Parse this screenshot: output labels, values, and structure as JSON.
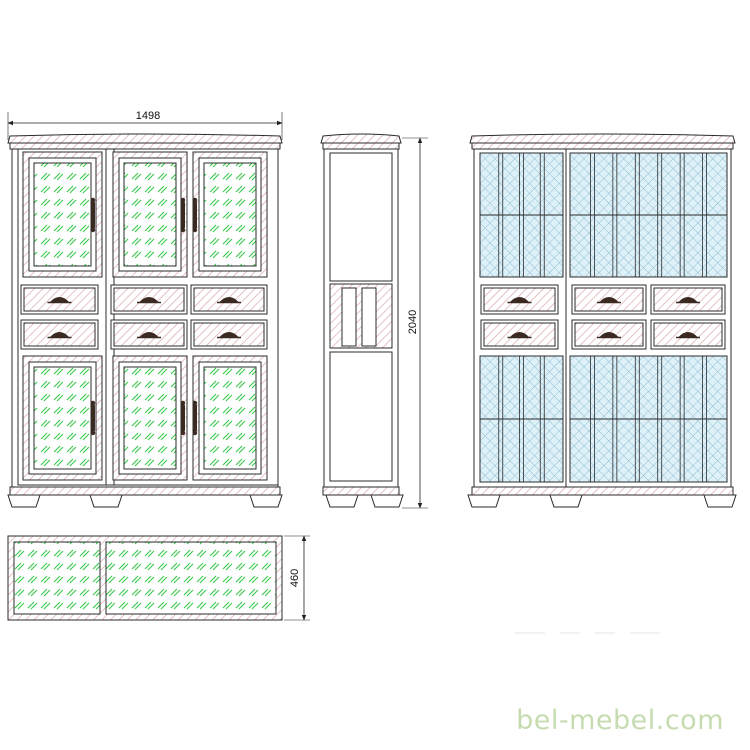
{
  "dimensions": {
    "width": "1498",
    "height": "2040",
    "depth": "460"
  },
  "watermark": "bel-mebel.com",
  "colors": {
    "wood_hatch": "#d9a9ae",
    "glass_green": "#33c84a",
    "glass_blue": "#9fd6ec",
    "lattice_blue": "#7fb2cc",
    "line": "#2b2b2b",
    "handle": "#3a2a22",
    "dim_line": "#222222",
    "watermark": "#c6dcb0"
  },
  "icons": {
    "drawer_pull": "shell-pull-icon",
    "door_handle": "bail-handle-icon",
    "foot": "bun-foot-icon"
  }
}
